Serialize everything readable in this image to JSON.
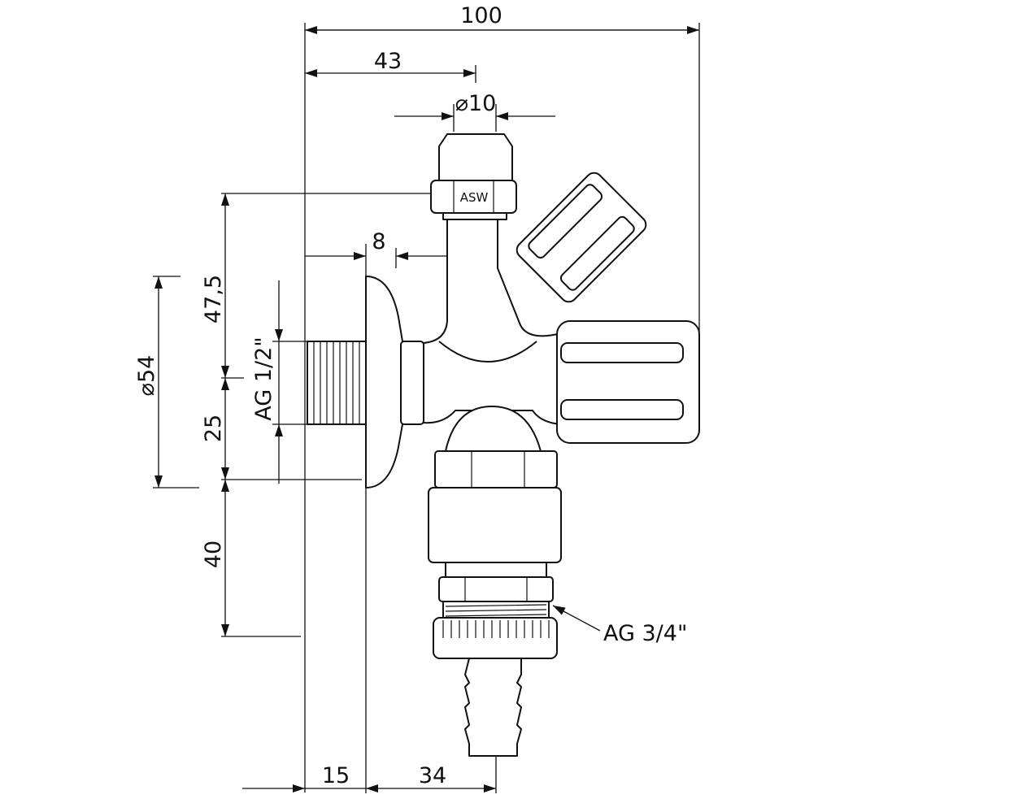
{
  "drawing": {
    "dimensions": {
      "overall_width": "100",
      "outlet_offset": "43",
      "diameter_top": "⌀10",
      "rosette_depth": "8",
      "height_upper": "47,5",
      "height_middle": "25",
      "height_lower": "40",
      "rosette_diameter": "⌀54",
      "inlet_thread": "AG 1/2\"",
      "wall_offset": "15",
      "outlet_depth": "34",
      "outlet_thread": "AG 3/4\""
    },
    "brand_mark": "ASW"
  }
}
